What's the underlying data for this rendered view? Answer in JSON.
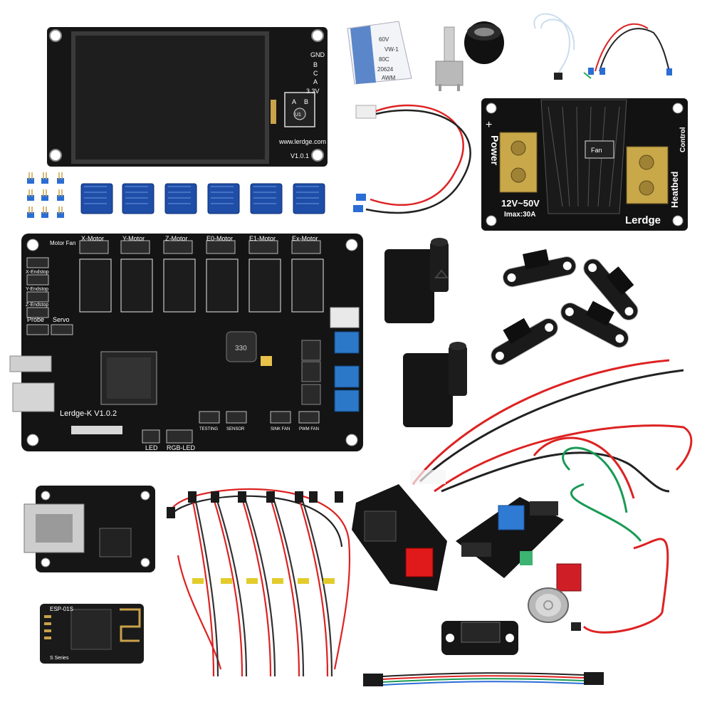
{
  "lcd": {
    "pins": [
      "GND",
      "B",
      "C",
      "A",
      "3.3V"
    ],
    "encoder_labels": [
      "A",
      "B",
      "U1"
    ],
    "website": "www.lerdge.com",
    "version": "V1.0.1"
  },
  "ribbon_cable": {
    "markings": [
      "60V",
      "VW-1",
      "80C",
      "20624",
      "AWM"
    ]
  },
  "mosfet": {
    "title_a": "Heatbed",
    "title_b": "Control",
    "power_label": "Power",
    "voltage": "12V~50V",
    "current": "Imax:30A",
    "brand": "Lerdge",
    "fan_label": "Fan"
  },
  "mainboard": {
    "name": "Lerdge-K V1.0.2",
    "motors": [
      "X-Motor",
      "Y-Motor",
      "Z-Motor",
      "E0-Motor",
      "E1-Motor",
      "Ex-Motor"
    ],
    "left_headers": [
      "Motor Fan",
      "X-Endstop",
      "Y-Endstop",
      "Z-Endstop",
      "Probe",
      "Servo"
    ],
    "bottom_connectors": [
      "LED",
      "RGB-LED",
      "TESTING",
      "SENSOR",
      "SINK FAN",
      "PWM FAN"
    ],
    "inductor": "330"
  },
  "wifi_module": {
    "label": "ESP-01S",
    "series": "S Series"
  }
}
